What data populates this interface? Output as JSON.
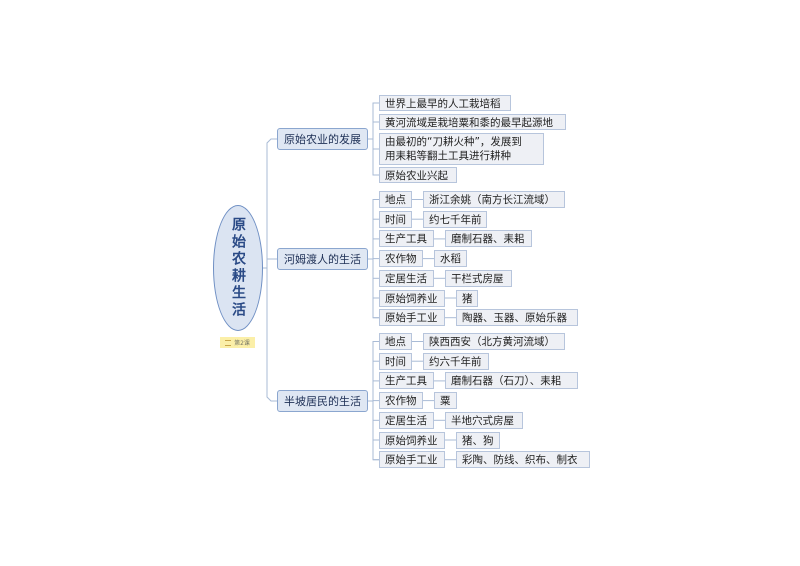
{
  "root": {
    "title": "原始农耕生活",
    "badge": "第2课"
  },
  "branches": [
    {
      "label": "原始农业的发展",
      "items": [
        "世界上最早的人工栽培稻",
        "黄河流域是栽培粟和黍的最早起源地",
        "由最初的“刀耕火种”，发展到\n用耒耜等翻土工具进行耕种",
        "原始农业兴起"
      ]
    },
    {
      "label": "河姆渡人的生活",
      "rows": [
        {
          "key": "地点",
          "value": "浙江余姚（南方长江流域）"
        },
        {
          "key": "时间",
          "value": "约七千年前"
        },
        {
          "key": "生产工具",
          "value": "磨制石器、耒耜"
        },
        {
          "key": "农作物",
          "value": "水稻"
        },
        {
          "key": "定居生活",
          "value": "干栏式房屋"
        },
        {
          "key": "原始饲养业",
          "value": "猪"
        },
        {
          "key": "原始手工业",
          "value": "陶器、玉器、原始乐器"
        }
      ]
    },
    {
      "label": "半坡居民的生活",
      "rows": [
        {
          "key": "地点",
          "value": "陕西西安（北方黄河流域）"
        },
        {
          "key": "时间",
          "value": "约六千年前"
        },
        {
          "key": "生产工具",
          "value": "磨制石器（石刀）、耒耜"
        },
        {
          "key": "农作物",
          "value": "粟"
        },
        {
          "key": "定居生活",
          "value": "半地穴式房屋"
        },
        {
          "key": "原始饲养业",
          "value": "猪、狗"
        },
        {
          "key": "原始手工业",
          "value": "彩陶、防线、织布、制衣"
        }
      ]
    }
  ]
}
